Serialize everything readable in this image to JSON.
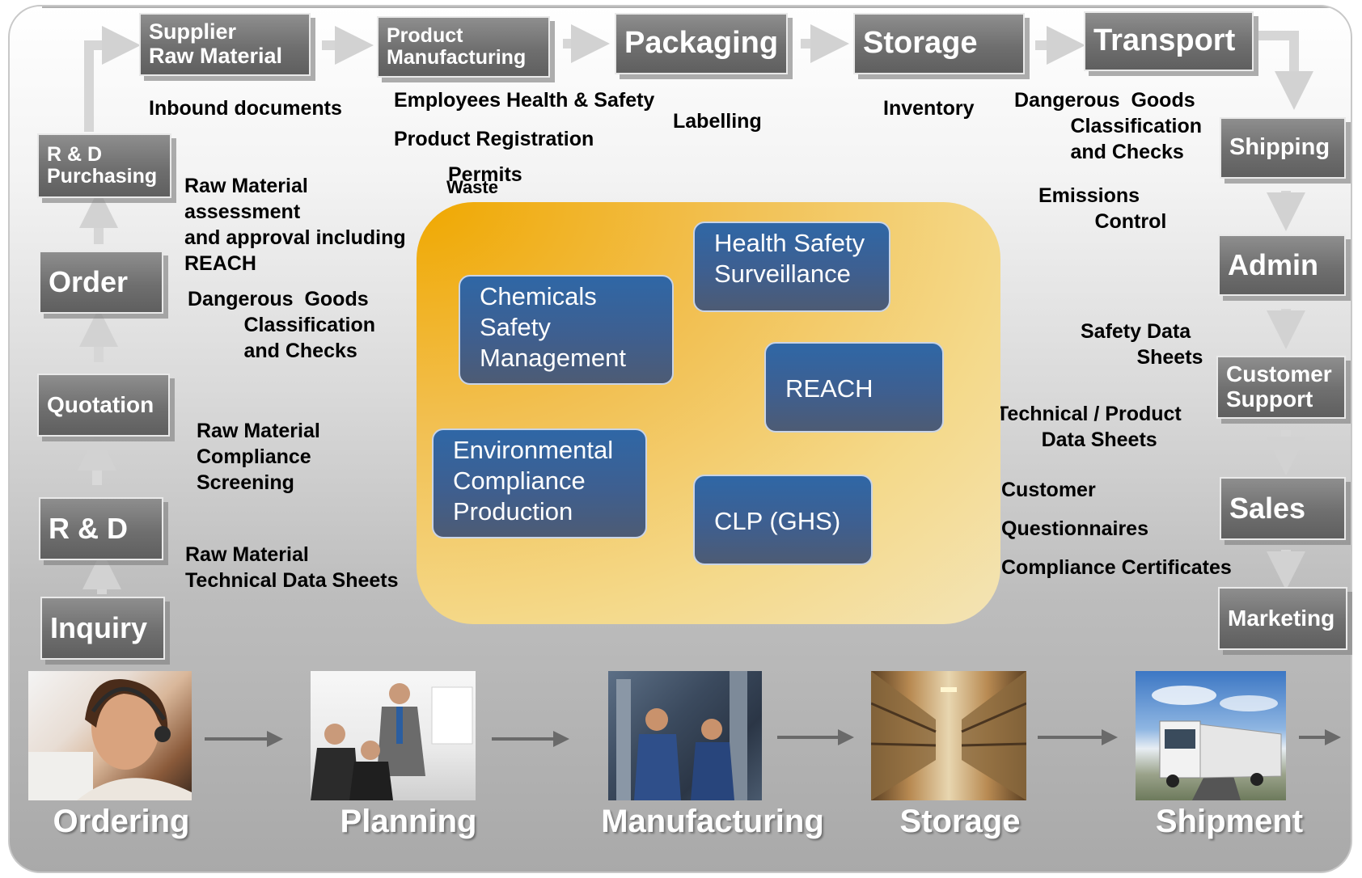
{
  "process_flow": {
    "top": [
      "Supplier\nRaw Material",
      "Product\nManufacturing",
      "Packaging",
      "Storage",
      "Transport"
    ],
    "left": [
      "R & D\nPurchasing",
      "Order",
      "Quotation",
      "R & D",
      "Inquiry"
    ],
    "right": [
      "Shipping",
      "Admin",
      "Customer\nSupport",
      "Sales",
      "Marketing"
    ]
  },
  "annotations": {
    "inbound": "Inbound documents",
    "employees": "Employees Health & Safety",
    "labelling": "Labelling",
    "product_registration": "Product Registration",
    "permits": "Permits",
    "waste": "Waste",
    "inventory": "Inventory",
    "dg_right": "Dangerous  Goods\n          Classification\n          and Checks",
    "emissions": "Emissions\n          Control",
    "rm_assessment": "Raw Material\nassessment\nand approval including\nREACH",
    "dg_left": "Dangerous  Goods\n          Classification\n          and Checks",
    "rm_compliance": "Raw Material\nCompliance\nScreening",
    "rm_tds": "Raw Material\nTechnical Data Sheets",
    "sds": "Safety Data\n          Sheets",
    "tds": "Technical / Product\n        Data Sheets",
    "customer": "Customer",
    "questionnaires": "Questionnaires",
    "certificates": "Compliance Certificates"
  },
  "center_modules": {
    "chemicals": "Chemicals\nSafety\nManagement",
    "health": "Health Safety\nSurveillance",
    "reach": "REACH",
    "environmental": "Environmental\nCompliance\nProduction",
    "clp": "CLP (GHS)"
  },
  "stages": [
    "Ordering",
    "Planning",
    "Manufacturing",
    "Storage",
    "Shipment"
  ],
  "colors": {
    "box_gray": "#6f6f6f",
    "module_blue": "#2f67a6",
    "center_gold": "#f0a800"
  }
}
